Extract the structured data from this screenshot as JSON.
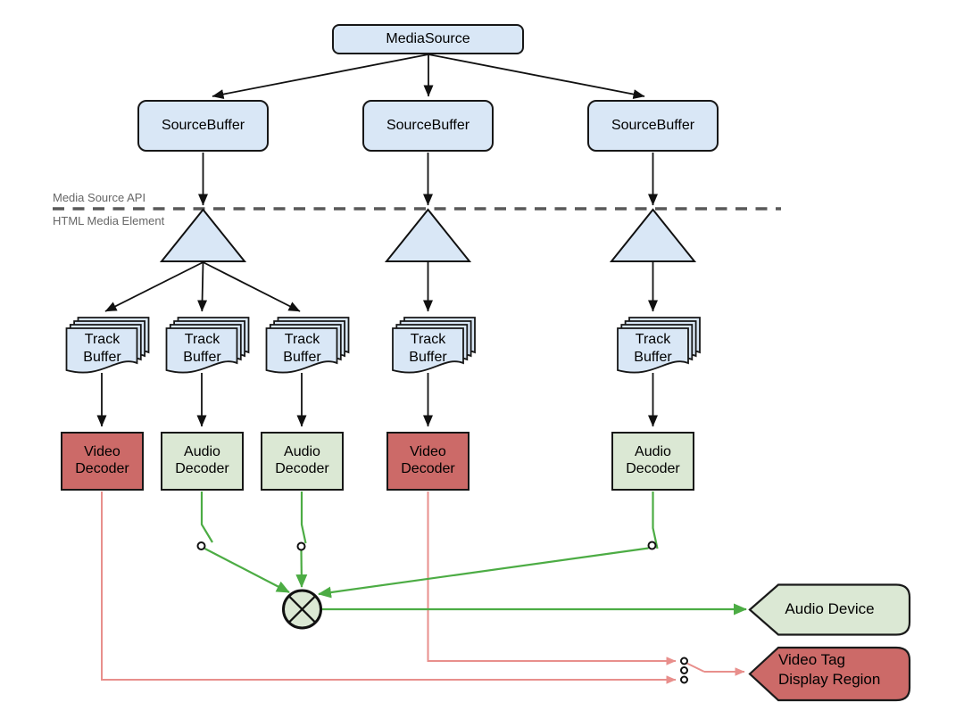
{
  "diagram": {
    "region_labels": {
      "above_divider": "Media Source API",
      "below_divider": "HTML Media Element"
    },
    "media_source": {
      "label": "MediaSource"
    },
    "source_buffers": [
      {
        "label": "SourceBuffer"
      },
      {
        "label": "SourceBuffer"
      },
      {
        "label": "SourceBuffer"
      }
    ],
    "track_buffers": [
      {
        "line1": "Track",
        "line2": "Buffer"
      },
      {
        "line1": "Track",
        "line2": "Buffer"
      },
      {
        "line1": "Track",
        "line2": "Buffer"
      },
      {
        "line1": "Track",
        "line2": "Buffer"
      },
      {
        "line1": "Track",
        "line2": "Buffer"
      }
    ],
    "decoders": [
      {
        "line1": "Video",
        "line2": "Decoder",
        "type": "video"
      },
      {
        "line1": "Audio",
        "line2": "Decoder",
        "type": "audio"
      },
      {
        "line1": "Audio",
        "line2": "Decoder",
        "type": "audio"
      },
      {
        "line1": "Video",
        "line2": "Decoder",
        "type": "video"
      },
      {
        "line1": "Audio",
        "line2": "Decoder",
        "type": "audio"
      }
    ],
    "outputs": {
      "audio_device": {
        "label": "Audio Device"
      },
      "video_display": {
        "line1": "Video Tag",
        "line2": "Display Region"
      }
    },
    "colors": {
      "node_fill_blue": "#d9e7f6",
      "audio_fill_green": "#dbe8d4",
      "video_fill_red": "#cc6a68",
      "audio_signal_green": "#4cac44",
      "video_signal_red": "#e88f8c",
      "divider_gray": "#595959",
      "label_gray": "#666666",
      "stroke_black": "#171717"
    }
  }
}
